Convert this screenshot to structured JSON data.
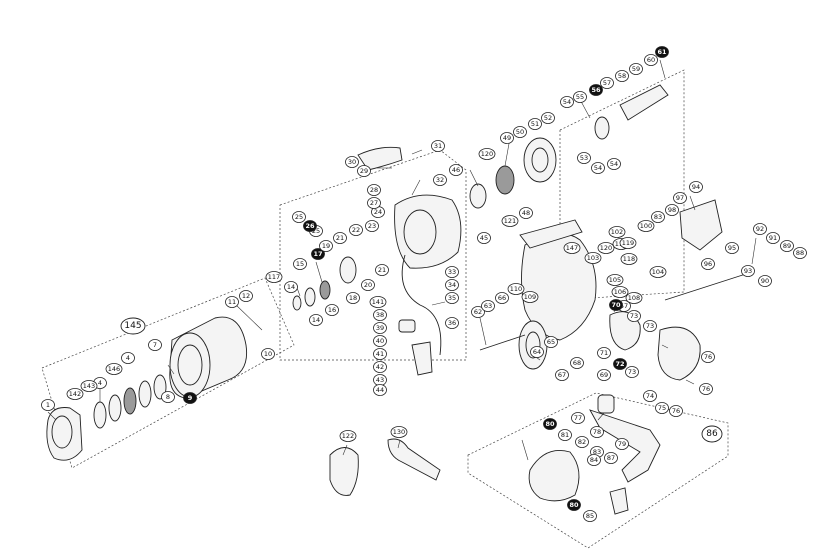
{
  "diagram": {
    "group_labels": [
      "145",
      "86"
    ],
    "callouts": [
      {
        "label": "1",
        "dark": false
      },
      {
        "label": "4",
        "dark": false
      },
      {
        "label": "4",
        "dark": false
      },
      {
        "label": "7",
        "dark": false
      },
      {
        "label": "8",
        "dark": false
      },
      {
        "label": "9",
        "dark": true
      },
      {
        "label": "10",
        "dark": false
      },
      {
        "label": "11",
        "dark": false
      },
      {
        "label": "12",
        "dark": false
      },
      {
        "label": "14",
        "dark": false
      },
      {
        "label": "14",
        "dark": false
      },
      {
        "label": "15",
        "dark": false
      },
      {
        "label": "16",
        "dark": false
      },
      {
        "label": "17",
        "dark": true
      },
      {
        "label": "18",
        "dark": false
      },
      {
        "label": "19",
        "dark": false
      },
      {
        "label": "20",
        "dark": false
      },
      {
        "label": "21",
        "dark": false
      },
      {
        "label": "21",
        "dark": false
      },
      {
        "label": "22",
        "dark": false
      },
      {
        "label": "23",
        "dark": false
      },
      {
        "label": "24",
        "dark": false
      },
      {
        "label": "25",
        "dark": false
      },
      {
        "label": "25",
        "dark": false
      },
      {
        "label": "26",
        "dark": true
      },
      {
        "label": "27",
        "dark": false
      },
      {
        "label": "28",
        "dark": false
      },
      {
        "label": "29",
        "dark": false
      },
      {
        "label": "30",
        "dark": false
      },
      {
        "label": "31",
        "dark": false
      },
      {
        "label": "32",
        "dark": false
      },
      {
        "label": "33",
        "dark": false
      },
      {
        "label": "34",
        "dark": false
      },
      {
        "label": "35",
        "dark": false
      },
      {
        "label": "36",
        "dark": false
      },
      {
        "label": "38",
        "dark": false
      },
      {
        "label": "39",
        "dark": false
      },
      {
        "label": "40",
        "dark": false
      },
      {
        "label": "41",
        "dark": false
      },
      {
        "label": "42",
        "dark": false
      },
      {
        "label": "43",
        "dark": false
      },
      {
        "label": "44",
        "dark": false
      },
      {
        "label": "45",
        "dark": false
      },
      {
        "label": "46",
        "dark": false
      },
      {
        "label": "48",
        "dark": false
      },
      {
        "label": "49",
        "dark": false
      },
      {
        "label": "50",
        "dark": false
      },
      {
        "label": "51",
        "dark": false
      },
      {
        "label": "52",
        "dark": false
      },
      {
        "label": "53",
        "dark": false
      },
      {
        "label": "54",
        "dark": false
      },
      {
        "label": "54",
        "dark": false
      },
      {
        "label": "54",
        "dark": false
      },
      {
        "label": "55",
        "dark": false
      },
      {
        "label": "56",
        "dark": true
      },
      {
        "label": "57",
        "dark": false
      },
      {
        "label": "57",
        "dark": false
      },
      {
        "label": "58",
        "dark": false
      },
      {
        "label": "59",
        "dark": false
      },
      {
        "label": "60",
        "dark": false
      },
      {
        "label": "61",
        "dark": true
      },
      {
        "label": "62",
        "dark": false
      },
      {
        "label": "63",
        "dark": false
      },
      {
        "label": "64",
        "dark": false
      },
      {
        "label": "65",
        "dark": false
      },
      {
        "label": "66",
        "dark": false
      },
      {
        "label": "67",
        "dark": false
      },
      {
        "label": "68",
        "dark": false
      },
      {
        "label": "69",
        "dark": false
      },
      {
        "label": "70",
        "dark": true
      },
      {
        "label": "71",
        "dark": false
      },
      {
        "label": "72",
        "dark": true
      },
      {
        "label": "73",
        "dark": false
      },
      {
        "label": "73",
        "dark": false
      },
      {
        "label": "73",
        "dark": false
      },
      {
        "label": "74",
        "dark": false
      },
      {
        "label": "75",
        "dark": false
      },
      {
        "label": "76",
        "dark": false
      },
      {
        "label": "76",
        "dark": false
      },
      {
        "label": "76",
        "dark": false
      },
      {
        "label": "77",
        "dark": false
      },
      {
        "label": "78",
        "dark": false
      },
      {
        "label": "79",
        "dark": false
      },
      {
        "label": "80",
        "dark": true
      },
      {
        "label": "80",
        "dark": true
      },
      {
        "label": "81",
        "dark": false
      },
      {
        "label": "82",
        "dark": false
      },
      {
        "label": "83",
        "dark": false
      },
      {
        "label": "83",
        "dark": false
      },
      {
        "label": "84",
        "dark": false
      },
      {
        "label": "85",
        "dark": false
      },
      {
        "label": "87",
        "dark": false
      },
      {
        "label": "88",
        "dark": false
      },
      {
        "label": "89",
        "dark": false
      },
      {
        "label": "90",
        "dark": false
      },
      {
        "label": "91",
        "dark": false
      },
      {
        "label": "92",
        "dark": false
      },
      {
        "label": "93",
        "dark": false
      },
      {
        "label": "94",
        "dark": false
      },
      {
        "label": "95",
        "dark": false
      },
      {
        "label": "96",
        "dark": false
      },
      {
        "label": "97",
        "dark": false
      },
      {
        "label": "98",
        "dark": false
      },
      {
        "label": "100",
        "dark": false
      },
      {
        "label": "102",
        "dark": false
      },
      {
        "label": "103",
        "dark": false
      },
      {
        "label": "104",
        "dark": false
      },
      {
        "label": "105",
        "dark": false
      },
      {
        "label": "106",
        "dark": false
      },
      {
        "label": "108",
        "dark": false
      },
      {
        "label": "109",
        "dark": false
      },
      {
        "label": "110",
        "dark": false
      },
      {
        "label": "117",
        "dark": false
      },
      {
        "label": "118",
        "dark": false
      },
      {
        "label": "118",
        "dark": false
      },
      {
        "label": "119",
        "dark": false
      },
      {
        "label": "120",
        "dark": false
      },
      {
        "label": "120",
        "dark": false
      },
      {
        "label": "121",
        "dark": false
      },
      {
        "label": "122",
        "dark": false
      },
      {
        "label": "130",
        "dark": false
      },
      {
        "label": "141",
        "dark": false
      },
      {
        "label": "142",
        "dark": false
      },
      {
        "label": "143",
        "dark": false
      },
      {
        "label": "146",
        "dark": false
      },
      {
        "label": "147",
        "dark": false
      }
    ]
  }
}
